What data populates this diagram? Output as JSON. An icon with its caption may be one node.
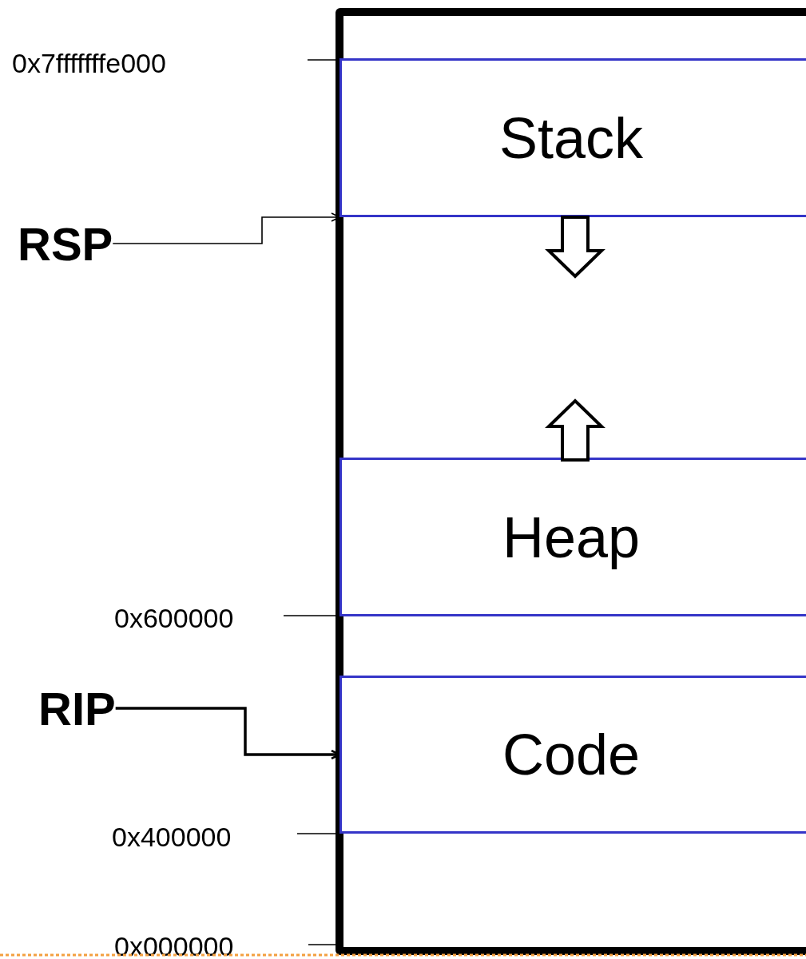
{
  "diagram": {
    "nodes": [
      {
        "text": [],
        "shape": "box"
      },
      {
        "text": [
          "Stack"
        ],
        "in": 0
      },
      {
        "text": [
          "Heap"
        ],
        "in": 0
      },
      {
        "text": [
          "Code"
        ],
        "in": 0
      },
      {
        "text": [
          "RSP"
        ]
      },
      {
        "text": [
          "RIP"
        ]
      }
    ],
    "edges": [
      {
        "from": 4,
        "to": 1,
        "arrow": "to"
      },
      {
        "from": 5,
        "to": 3,
        "arrow": "to",
        "style": "thick"
      }
    ],
    "labels": [
      "0x7fffffffe000",
      "0x600000",
      "0x400000",
      "0x000000"
    ]
  }
}
